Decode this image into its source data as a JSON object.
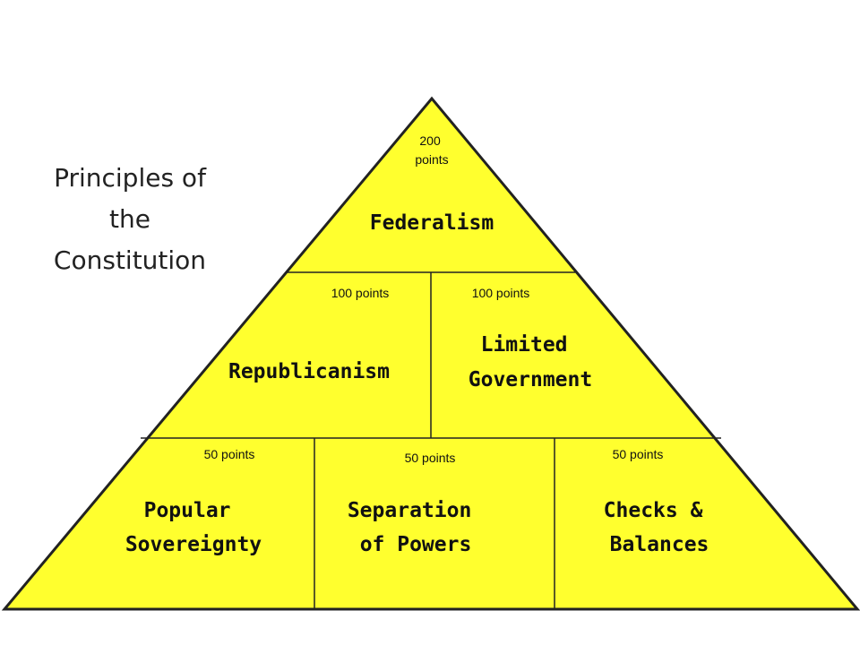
{
  "title_lines": [
    "Principles of",
    "the",
    "Constitution"
  ],
  "colors": {
    "fill": "#ffff2e",
    "stroke": "#222222"
  },
  "tiers": [
    {
      "tier": 1,
      "cells": [
        {
          "points": [
            "200",
            "points"
          ],
          "label": [
            "Federalism"
          ]
        }
      ]
    },
    {
      "tier": 2,
      "cells": [
        {
          "points": [
            "100 points"
          ],
          "label": [
            "Republicanism"
          ]
        },
        {
          "points": [
            "100 points"
          ],
          "label": [
            "Limited",
            "Government"
          ]
        }
      ]
    },
    {
      "tier": 3,
      "cells": [
        {
          "points": [
            "50 points"
          ],
          "label": [
            "Popular",
            "Sovereignty"
          ]
        },
        {
          "points": [
            "50 points"
          ],
          "label": [
            "Separation",
            "of Powers"
          ]
        },
        {
          "points": [
            "50 points"
          ],
          "label": [
            "Checks &",
            "Balances"
          ]
        }
      ]
    }
  ]
}
